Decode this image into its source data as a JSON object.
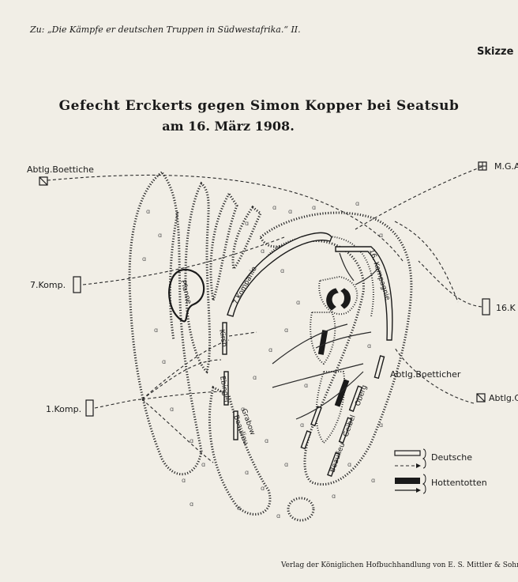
{
  "header": {
    "note": "Zu: „Die Kämpfe er deutschen Truppen in Südwestafrika.“ II.",
    "sheet_label": "Skizze"
  },
  "title": "Gefecht Erckerts gegen Simon Kopper bei Seatsub",
  "subtitle": "am 16. März 1908.",
  "units": {
    "abtlg_boettiche": "Abtlg.Boettiche",
    "mg": "M.G.A",
    "komp7": "7.Komp.",
    "komp16": "16.K",
    "komp1": "1.Komp.",
    "abtlg_right": "Abtlg.C",
    "abtlg_boetticher_inner": "Abtlg.Boetticher"
  },
  "map_labels": {
    "pfanne": "Pfanne",
    "komp7_line": "7.Kompanie",
    "komp16_line": "16. Kompagnie",
    "kirsh": "Kirsh",
    "ebinger": "Ebinger",
    "beaulieu": "Beaulieu",
    "grabow": "Grabow",
    "beaulieu2": "Beaulieu",
    "geibel": "Geibel",
    "oberg": "Oberg"
  },
  "legend": {
    "deutsche": "Deutsche",
    "hottentotten": "Hottentotten"
  },
  "footer": {
    "publisher": "Verlag der Königlichen Hofbuchhandlung von E. S. Mittler & Sohn,"
  }
}
